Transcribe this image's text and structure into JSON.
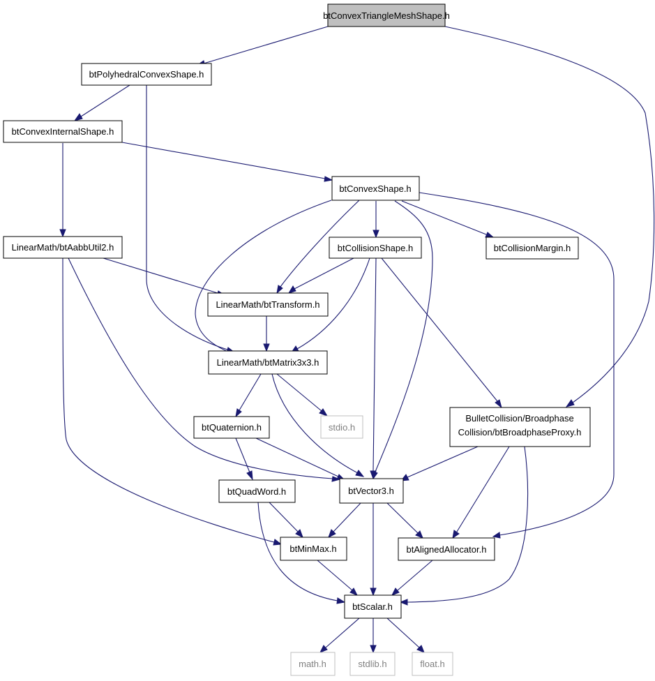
{
  "diagram": {
    "nodes": {
      "n_root": {
        "label": "btConvexTriangleMeshShape.h",
        "kind": "root"
      },
      "n_poly": {
        "label": "btPolyhedralConvexShape.h",
        "kind": "header"
      },
      "n_internal": {
        "label": "btConvexInternalShape.h",
        "kind": "header"
      },
      "n_convex": {
        "label": "btConvexShape.h",
        "kind": "header"
      },
      "n_aabb": {
        "label": "LinearMath/btAabbUtil2.h",
        "kind": "header"
      },
      "n_collshape": {
        "label": "btCollisionShape.h",
        "kind": "header"
      },
      "n_margin": {
        "label": "btCollisionMargin.h",
        "kind": "header"
      },
      "n_transform": {
        "label": "LinearMath/btTransform.h",
        "kind": "header"
      },
      "n_matrix": {
        "label": "LinearMath/btMatrix3x3.h",
        "kind": "header"
      },
      "n_quat": {
        "label": "btQuaternion.h",
        "kind": "header"
      },
      "n_stdio": {
        "label": "stdio.h",
        "kind": "external"
      },
      "n_proxy": {
        "lines": [
          "BulletCollision/Broadphase",
          "Collision/btBroadphaseProxy.h"
        ],
        "kind": "header"
      },
      "n_quadword": {
        "label": "btQuadWord.h",
        "kind": "header"
      },
      "n_vector3": {
        "label": "btVector3.h",
        "kind": "header"
      },
      "n_minmax": {
        "label": "btMinMax.h",
        "kind": "header"
      },
      "n_aligned": {
        "label": "btAlignedAllocator.h",
        "kind": "header"
      },
      "n_scalar": {
        "label": "btScalar.h",
        "kind": "header"
      },
      "n_math": {
        "label": "math.h",
        "kind": "external"
      },
      "n_stdlib": {
        "label": "stdlib.h",
        "kind": "external"
      },
      "n_float": {
        "label": "float.h",
        "kind": "external"
      }
    },
    "edges": [
      {
        "from": "n_root",
        "to": "n_poly"
      },
      {
        "from": "n_root",
        "to": "n_proxy"
      },
      {
        "from": "n_poly",
        "to": "n_internal"
      },
      {
        "from": "n_poly",
        "to": "n_matrix"
      },
      {
        "from": "n_internal",
        "to": "n_convex"
      },
      {
        "from": "n_internal",
        "to": "n_aabb"
      },
      {
        "from": "n_convex",
        "to": "n_transform"
      },
      {
        "from": "n_convex",
        "to": "n_matrix"
      },
      {
        "from": "n_convex",
        "to": "n_collshape"
      },
      {
        "from": "n_convex",
        "to": "n_margin"
      },
      {
        "from": "n_convex",
        "to": "n_vector3"
      },
      {
        "from": "n_convex",
        "to": "n_aligned"
      },
      {
        "from": "n_aabb",
        "to": "n_transform"
      },
      {
        "from": "n_aabb",
        "to": "n_vector3"
      },
      {
        "from": "n_aabb",
        "to": "n_minmax"
      },
      {
        "from": "n_collshape",
        "to": "n_transform"
      },
      {
        "from": "n_collshape",
        "to": "n_matrix"
      },
      {
        "from": "n_collshape",
        "to": "n_vector3"
      },
      {
        "from": "n_collshape",
        "to": "n_proxy"
      },
      {
        "from": "n_transform",
        "to": "n_matrix"
      },
      {
        "from": "n_matrix",
        "to": "n_quat"
      },
      {
        "from": "n_matrix",
        "to": "n_stdio"
      },
      {
        "from": "n_matrix",
        "to": "n_vector3"
      },
      {
        "from": "n_quat",
        "to": "n_quadword"
      },
      {
        "from": "n_quat",
        "to": "n_vector3"
      },
      {
        "from": "n_proxy",
        "to": "n_vector3"
      },
      {
        "from": "n_proxy",
        "to": "n_aligned"
      },
      {
        "from": "n_proxy",
        "to": "n_scalar"
      },
      {
        "from": "n_quadword",
        "to": "n_minmax"
      },
      {
        "from": "n_quadword",
        "to": "n_scalar"
      },
      {
        "from": "n_vector3",
        "to": "n_minmax"
      },
      {
        "from": "n_vector3",
        "to": "n_aligned"
      },
      {
        "from": "n_vector3",
        "to": "n_scalar"
      },
      {
        "from": "n_minmax",
        "to": "n_scalar"
      },
      {
        "from": "n_aligned",
        "to": "n_scalar"
      },
      {
        "from": "n_scalar",
        "to": "n_math"
      },
      {
        "from": "n_scalar",
        "to": "n_stdlib"
      },
      {
        "from": "n_scalar",
        "to": "n_float"
      }
    ],
    "colors": {
      "edge": "#191970",
      "root_fill": "#bfbfbf",
      "external_border": "#bfbfbf",
      "external_text": "#7f7f7f"
    }
  }
}
